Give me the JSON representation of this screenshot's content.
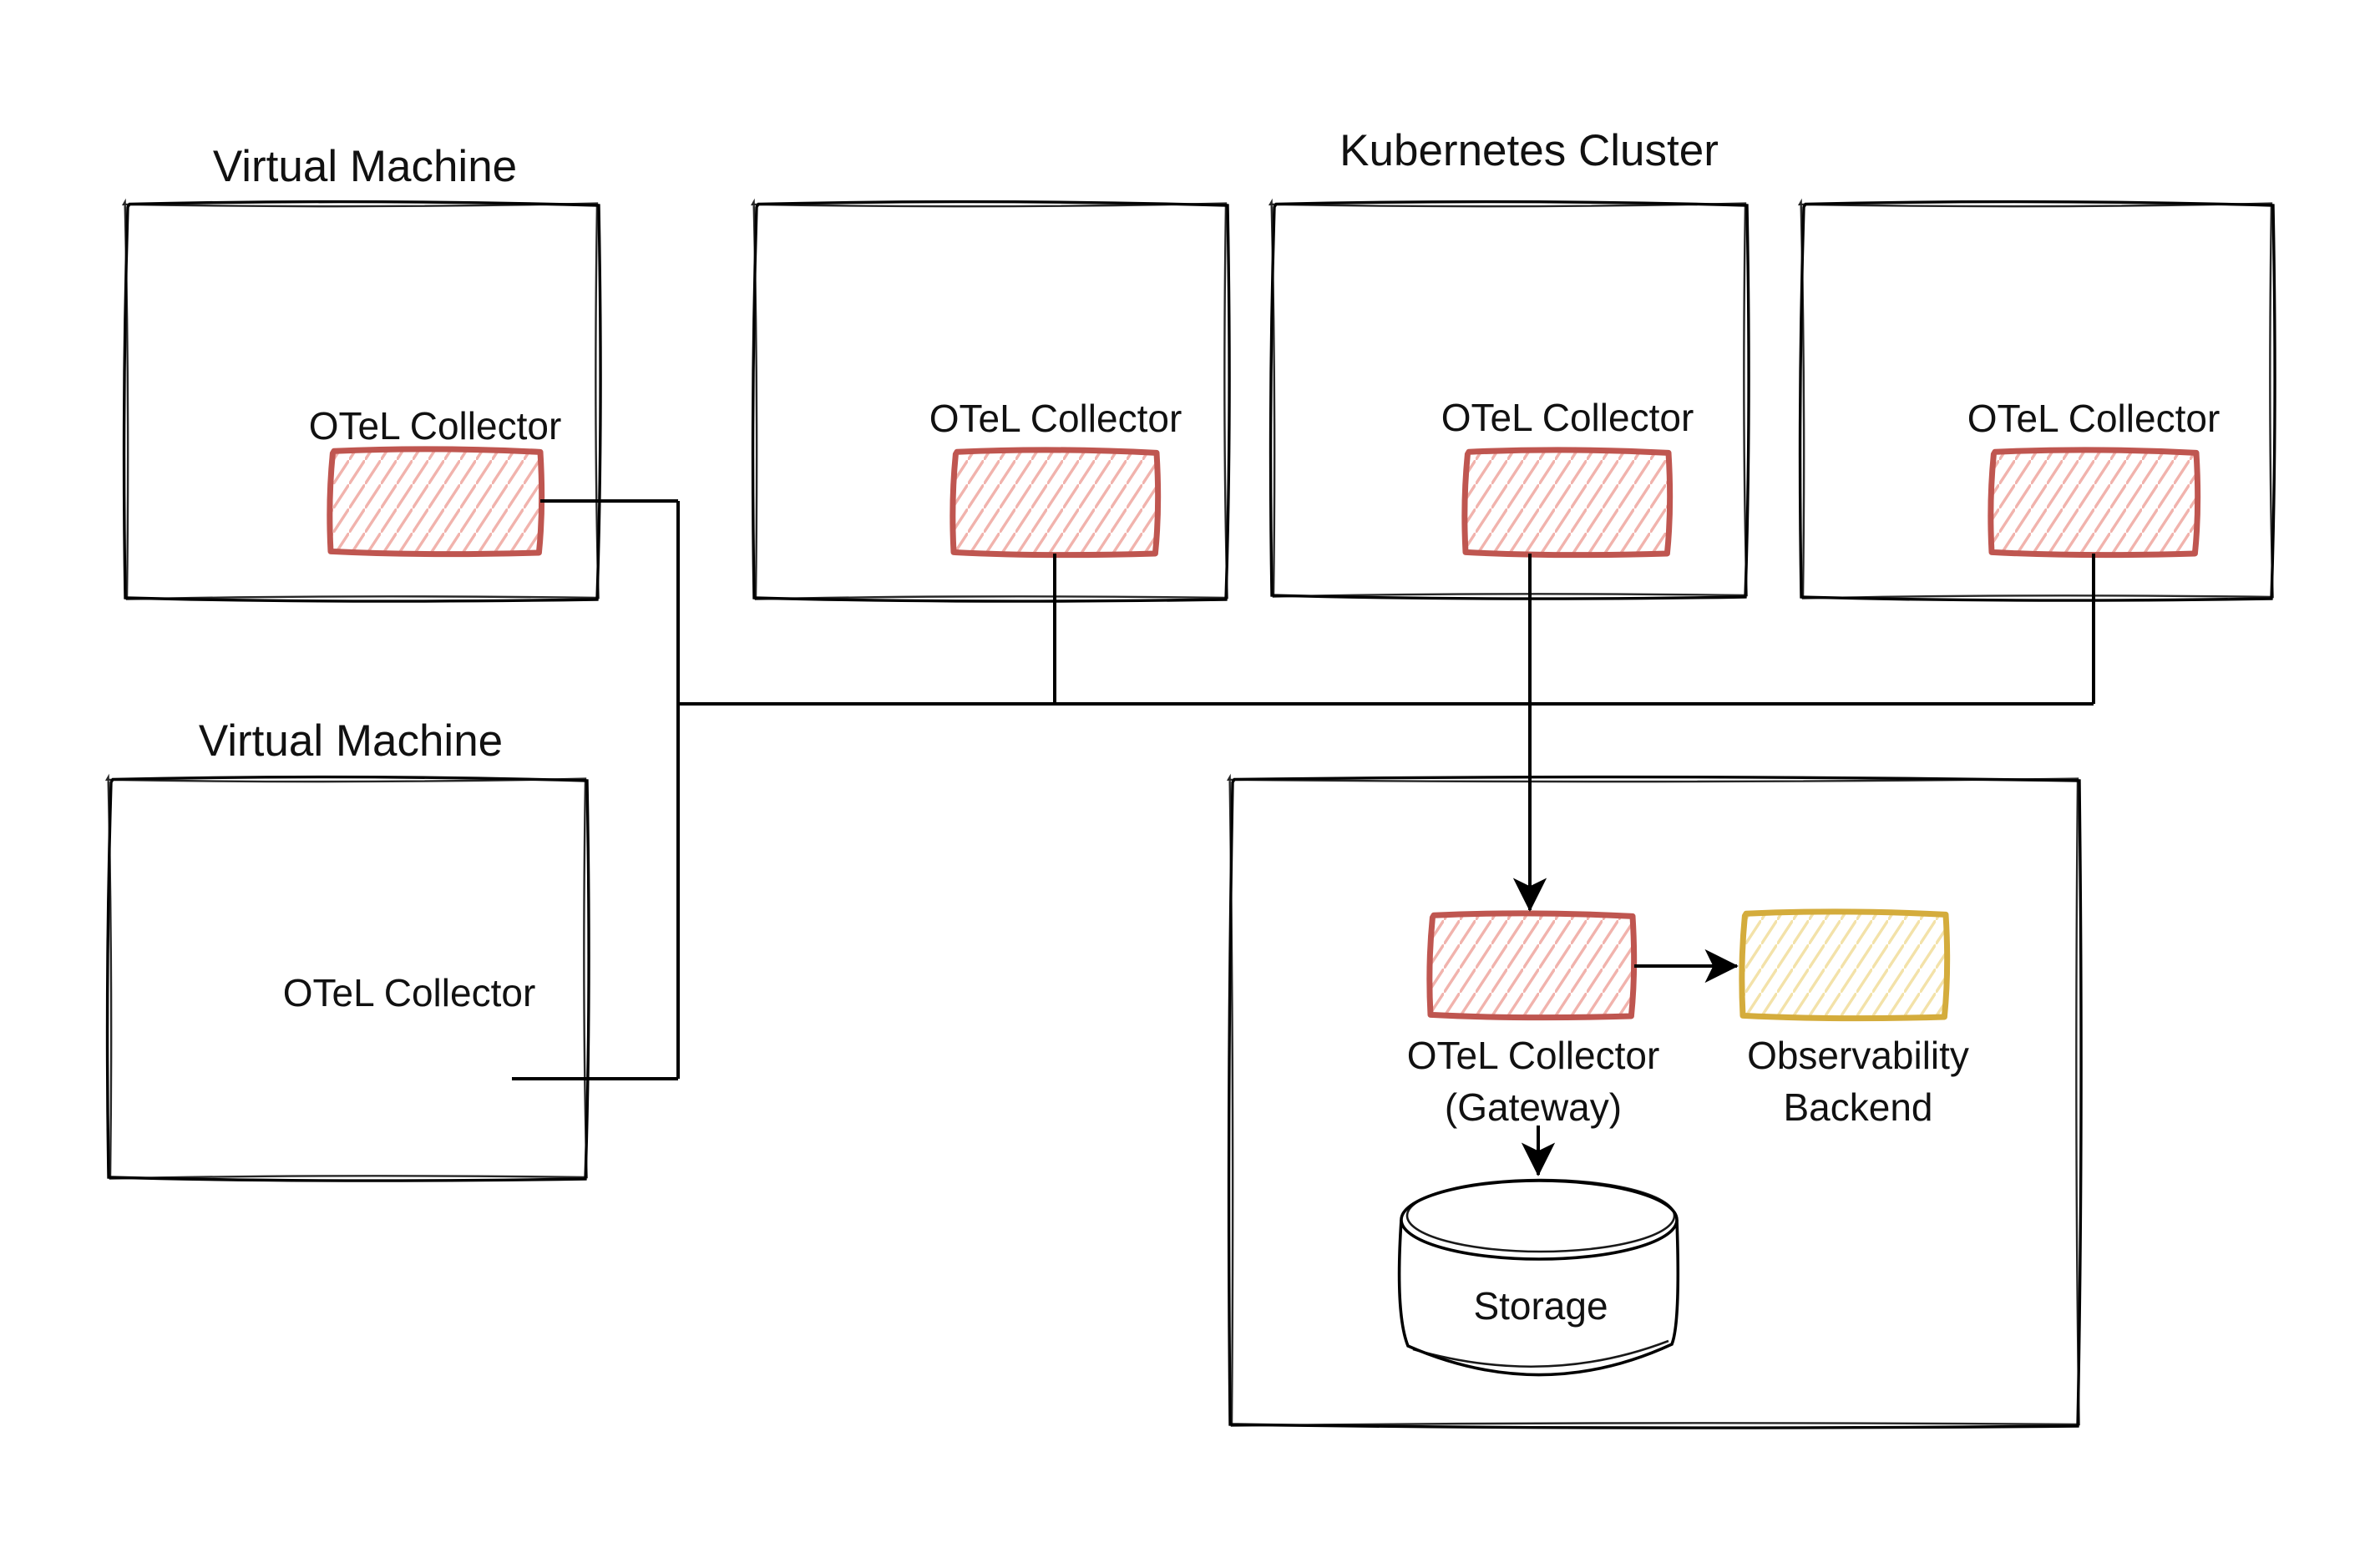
{
  "colors": {
    "line": "#000000",
    "text": "#111111",
    "red_stroke": "#bf5650",
    "red_hatch": "#f1b3ad",
    "yellow_stroke": "#d4ac3c",
    "yellow_hatch": "#f3e2a9"
  },
  "vm1": {
    "title": "Virtual Machine",
    "collector": "OTeL Collector"
  },
  "vm2": {
    "title": "Virtual Machine",
    "collector": "OTeL Collector"
  },
  "kubernetes": {
    "title": "Kubernetes Cluster",
    "node1_collector": "OTeL Collector",
    "node2_collector": "OTeL Collector",
    "node3_collector": "OTeL Collector"
  },
  "gateway": {
    "collector_line1": "OTeL Collector",
    "collector_line2": "(Gateway)",
    "backend_line1": "Observability",
    "backend_line2": "Backend",
    "storage": "Storage"
  }
}
